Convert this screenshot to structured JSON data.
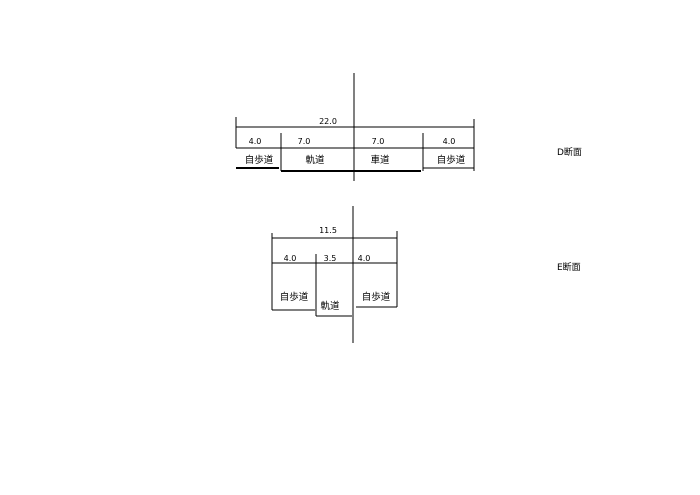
{
  "section_d": {
    "title": "D断面",
    "total_width": "22.0",
    "segments": [
      {
        "width": "4.0",
        "label": "自歩道"
      },
      {
        "width": "7.0",
        "label": "軌道"
      },
      {
        "width": "7.0",
        "label": "車道"
      },
      {
        "width": "4.0",
        "label": "自歩道"
      }
    ]
  },
  "section_e": {
    "title": "E断面",
    "total_width": "11.5",
    "segments": [
      {
        "width": "4.0",
        "label": "自歩道"
      },
      {
        "width": "3.5",
        "label": "軌道"
      },
      {
        "width": "4.0",
        "label": "自歩道"
      }
    ]
  }
}
